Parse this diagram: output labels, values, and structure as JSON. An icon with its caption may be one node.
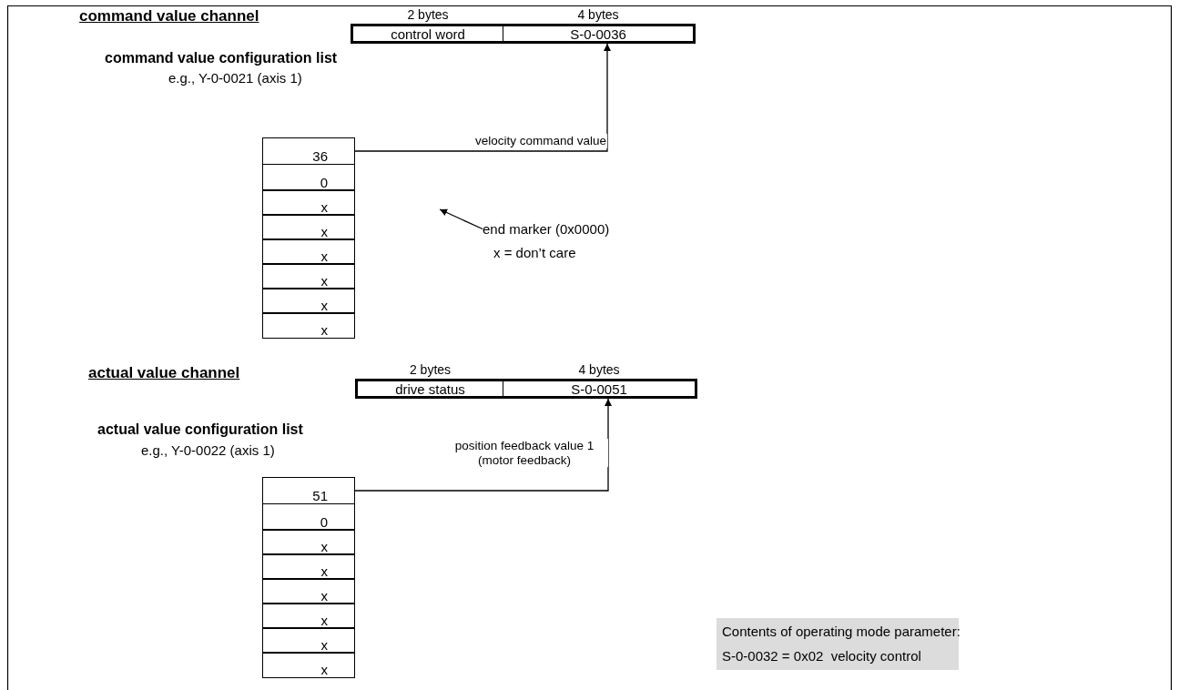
{
  "diagram": {
    "nodes": [
      {
        "text": [
          "control word"
        ],
        "beside": [
          "2 bytes"
        ]
      },
      {
        "text": [
          "S-0-0036"
        ],
        "beside": [
          "4 bytes"
        ]
      },
      {
        "text": [
          "36"
        ]
      },
      {
        "text": [
          "0"
        ]
      },
      {
        "text": [
          "x"
        ]
      },
      {
        "text": [
          "x"
        ]
      },
      {
        "text": [
          "x"
        ]
      },
      {
        "text": [
          "x"
        ]
      },
      {
        "text": [
          "x"
        ]
      },
      {
        "text": [
          "x"
        ]
      },
      {
        "text": [
          "end marker (0x0000)"
        ]
      },
      {
        "text": [
          "drive status"
        ],
        "beside": [
          "2 bytes"
        ]
      },
      {
        "text": [
          "S-0-0051"
        ],
        "beside": [
          "4 bytes"
        ]
      },
      {
        "text": [
          "51"
        ]
      },
      {
        "text": [
          "0"
        ]
      },
      {
        "text": [
          "x"
        ]
      },
      {
        "text": [
          "x"
        ]
      },
      {
        "text": [
          "x"
        ]
      },
      {
        "text": [
          "x"
        ]
      },
      {
        "text": [
          "x"
        ]
      },
      {
        "text": [
          "x"
        ]
      },
      {
        "text": [
          "Contents of operating mode parameter:",
          "S-0-0032 = 0x02  velocity control"
        ]
      }
    ],
    "edges": [
      {
        "from": 2,
        "to": 1,
        "arrow": "to",
        "label": "velocity command value"
      },
      {
        "from": 10,
        "to": null,
        "arrow": "to"
      },
      {
        "from": 13,
        "to": 12,
        "arrow": "to",
        "label": "position feedback value 1 (motor feedback)"
      }
    ],
    "labels": [
      "command value channel",
      "command value configuration list",
      "e.g., Y-0-0021 (axis 1)",
      "x = don’t care",
      "actual value channel",
      "actual value configuration list",
      "e.g., Y-0-0022 (axis 1)"
    ]
  }
}
